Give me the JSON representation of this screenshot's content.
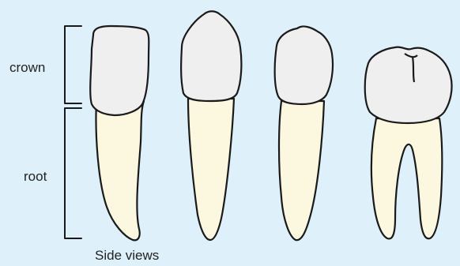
{
  "labels": {
    "crown": "crown",
    "root": "root"
  },
  "caption": "Side views",
  "colors": {
    "background": "#def0f9",
    "crown_fill": "#efefef",
    "root_fill": "#fbf8df",
    "outline": "#1a1a1a"
  }
}
